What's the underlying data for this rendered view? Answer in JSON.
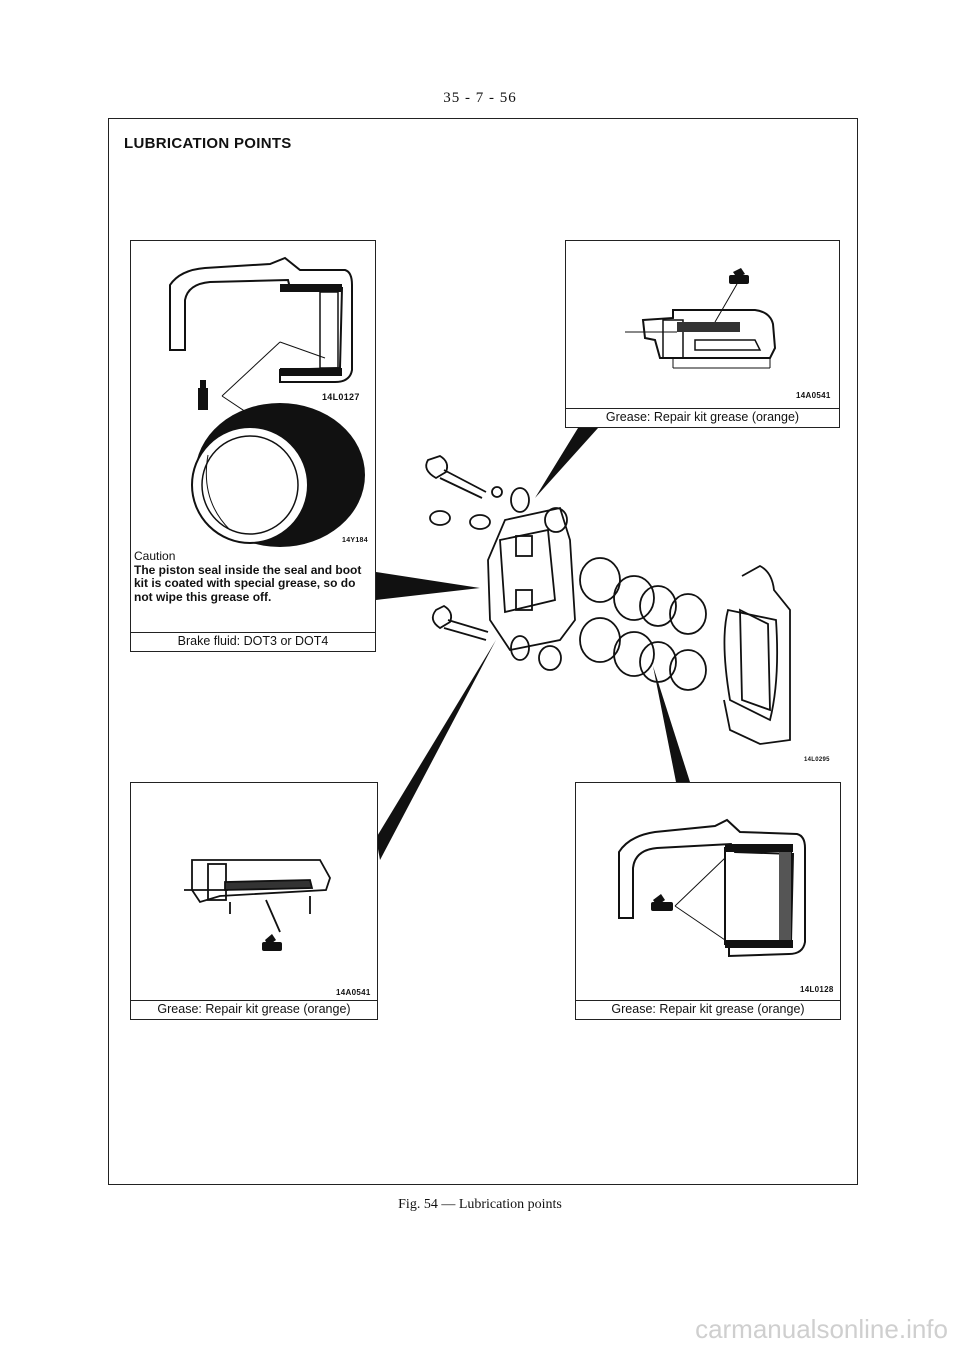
{
  "page": {
    "number": "35 - 7 - 56",
    "section_title": "LUBRICATION POINTS",
    "figure_caption": "Fig. 54 — Lubrication points",
    "footer_watermark": "carmanualsonline.info"
  },
  "panels": {
    "top_left": {
      "code_upper": "14L0127",
      "code_lower": "14Y184",
      "caution_title": "Caution",
      "caution_text": "The piston seal inside the seal and boot kit is coated with special grease, so do not wipe this grease off.",
      "caption": "Brake fluid: DOT3 or DOT4"
    },
    "top_right": {
      "code": "14A0541",
      "caption": "Grease: Repair kit grease (orange)"
    },
    "center": {
      "code": "14L0295"
    },
    "bottom_left": {
      "code": "14A0541",
      "caption": "Grease: Repair kit grease (orange)"
    },
    "bottom_right": {
      "code": "14L0128",
      "caption": "Grease: Repair kit grease (orange)"
    }
  }
}
